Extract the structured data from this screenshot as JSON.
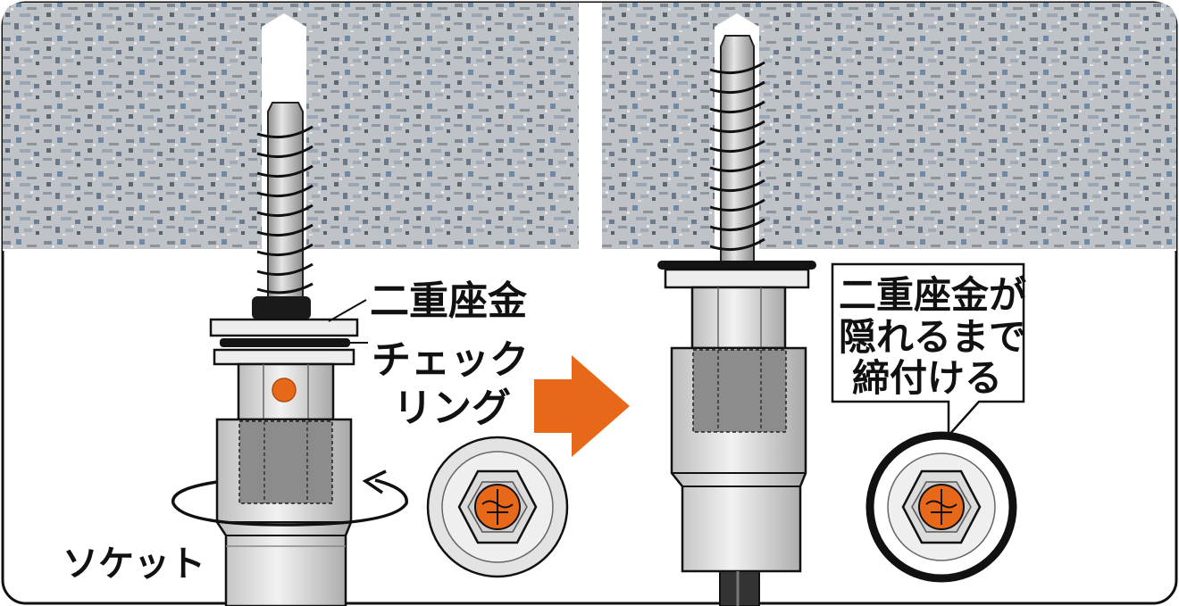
{
  "labels": {
    "double_washer": "二重座金",
    "check_ring_line1": "チェック",
    "check_ring_line2": "リング",
    "socket": "ソケット",
    "callout_line1": "二重座金が",
    "callout_line2": "隠れるまで",
    "callout_line3": "締付ける"
  },
  "colors": {
    "accent_orange": "#e8681a",
    "outline": "#111111",
    "metal": "#d9d9d9",
    "concrete": "#b9bcc0"
  },
  "icons": [
    "rotation-arrow-icon",
    "right-arrow-icon"
  ]
}
